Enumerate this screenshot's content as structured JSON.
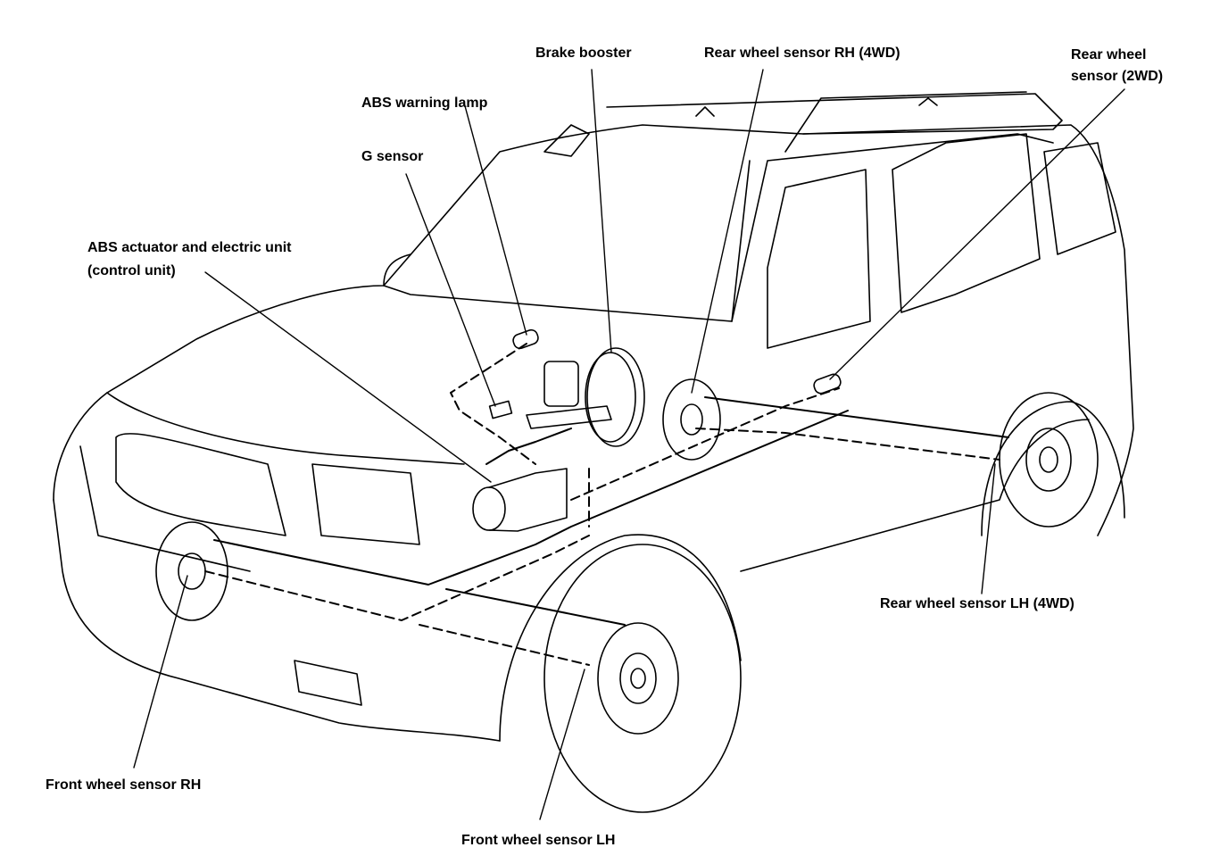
{
  "diagram": {
    "title": "ABS component locations",
    "labels": {
      "brake_booster": "Brake booster",
      "rear_sensor_rh_4wd": "Rear wheel sensor RH (4WD)",
      "rear_sensor_2wd_line1": "Rear wheel",
      "rear_sensor_2wd_line2": "sensor (2WD)",
      "abs_warning_lamp": "ABS warning lamp",
      "g_sensor": "G sensor",
      "abs_actuator_line1": "ABS actuator and electric unit",
      "abs_actuator_line2": "(control unit)",
      "rear_sensor_lh_4wd": "Rear wheel sensor LH (4WD)",
      "front_sensor_rh": "Front wheel sensor RH",
      "front_sensor_lh": "Front wheel sensor LH"
    },
    "line_color": "#000000",
    "background": "#ffffff"
  }
}
